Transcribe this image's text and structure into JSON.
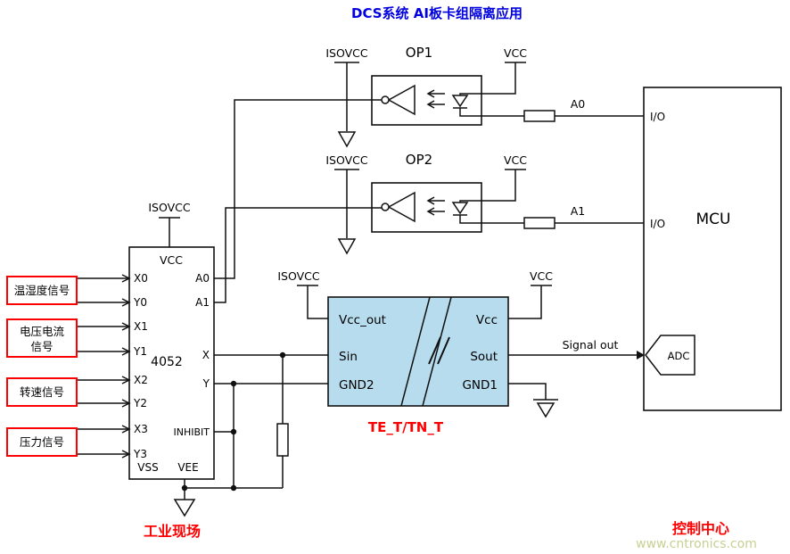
{
  "title": "DCS系统 AI板卡组隔离应用",
  "watermark": "www.cntronics.com",
  "colors": {
    "title": "#0000e0",
    "red": "#ff0000",
    "module_fill": "#b6dcee",
    "watermark": "#c8cf92"
  },
  "op1": {
    "name": "OP1",
    "isovcc": "ISOVCC",
    "vcc": "VCC",
    "net": "A0"
  },
  "op2": {
    "name": "OP2",
    "isovcc": "ISOVCC",
    "vcc": "VCC",
    "net": "A1"
  },
  "mcu": {
    "name": "MCU",
    "io_top": "I/O",
    "io_bottom": "I/O",
    "adc": "ADC",
    "signal_out": "Signal out"
  },
  "isolator": {
    "title": "TE_T/TN_T",
    "isovcc": "ISOVCC",
    "vcc_rail": "VCC",
    "pins": {
      "vcc_out": "Vcc_out",
      "sin": "Sin",
      "gnd2": "GND2",
      "vcc": "Vcc",
      "sout": "Sout",
      "gnd1": "GND1"
    }
  },
  "mux": {
    "part": "4052",
    "isovcc": "ISOVCC",
    "vcc": "VCC",
    "vss": "VSS",
    "vee": "VEE",
    "left_pins": [
      "X0",
      "Y0",
      "X1",
      "Y1",
      "X2",
      "Y2",
      "X3",
      "Y3"
    ],
    "right_pins": {
      "a0": "A0",
      "a1": "A1",
      "x": "X",
      "y": "Y",
      "inhibit": "INHIBIT"
    }
  },
  "inputs": [
    {
      "line1": "温湿度信号",
      "line2": ""
    },
    {
      "line1": "电压电流",
      "line2": "信号"
    },
    {
      "line1": "转速信号",
      "line2": ""
    },
    {
      "line1": "压力信号",
      "line2": ""
    }
  ],
  "footer": {
    "left": "工业现场",
    "right": "控制中心"
  }
}
